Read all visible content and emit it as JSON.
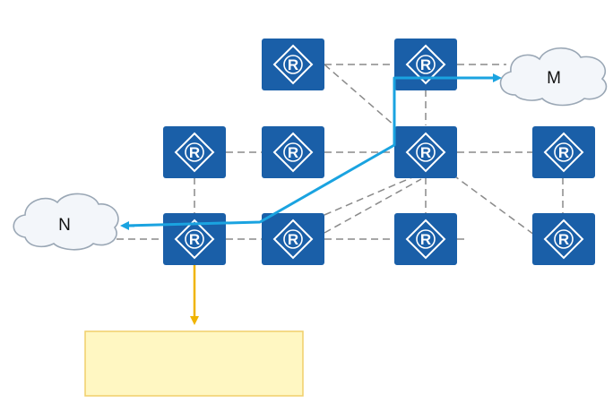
{
  "diagram": {
    "router_label": "R",
    "cloud_m_label": "M",
    "cloud_n_label": "N",
    "note_text": "",
    "colors": {
      "router_fill": "#1a5fa8",
      "link_dash": "#8a8a8a",
      "path": "#1aa3e0",
      "arrow_down": "#f0b400",
      "note_fill": "#fff7c2",
      "note_border": "#f0cf6a",
      "cloud_fill": "#f3f6fa",
      "cloud_stroke": "#9aa7b5"
    }
  }
}
